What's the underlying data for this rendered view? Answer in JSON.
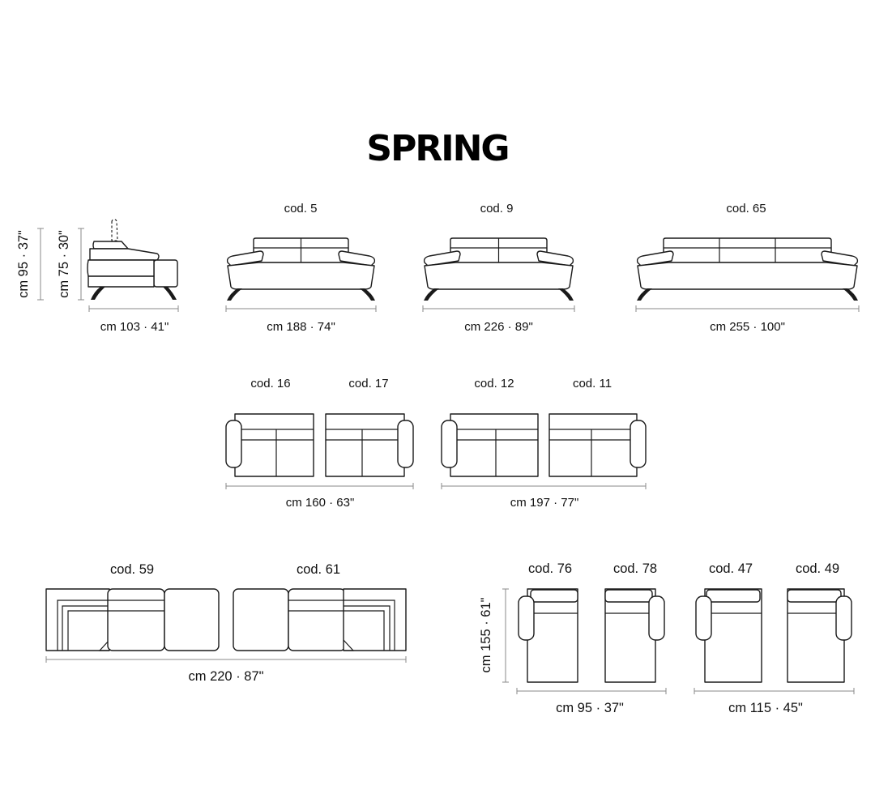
{
  "title": "SPRING",
  "side_view": {
    "height_total": "cm 95 · 37\"",
    "height_seat": "cm 75 · 30\"",
    "depth": "cm 103 · 41\""
  },
  "front_views": [
    {
      "code": "cod. 5",
      "width": "cm 188 · 74\""
    },
    {
      "code": "cod. 9",
      "width": "cm 226 · 89\""
    },
    {
      "code": "cod. 65",
      "width": "cm 255 · 100\""
    }
  ],
  "modules_row": {
    "groups": [
      {
        "codes": [
          "cod. 16",
          "cod. 17"
        ],
        "width": "cm 160 · 63\""
      },
      {
        "codes": [
          "cod. 12",
          "cod. 11"
        ],
        "width": "cm 197 · 77\""
      }
    ]
  },
  "corner_units": {
    "codes": [
      "cod. 59",
      "cod. 61"
    ],
    "width": "cm 220 · 87\""
  },
  "chaise_units": {
    "depth": "cm 155 · 61\"",
    "groups": [
      {
        "codes": [
          "cod. 76",
          "cod. 78"
        ],
        "width": "cm 95 · 37\""
      },
      {
        "codes": [
          "cod. 47",
          "cod. 49"
        ],
        "width": "cm 115 · 45\""
      }
    ]
  }
}
